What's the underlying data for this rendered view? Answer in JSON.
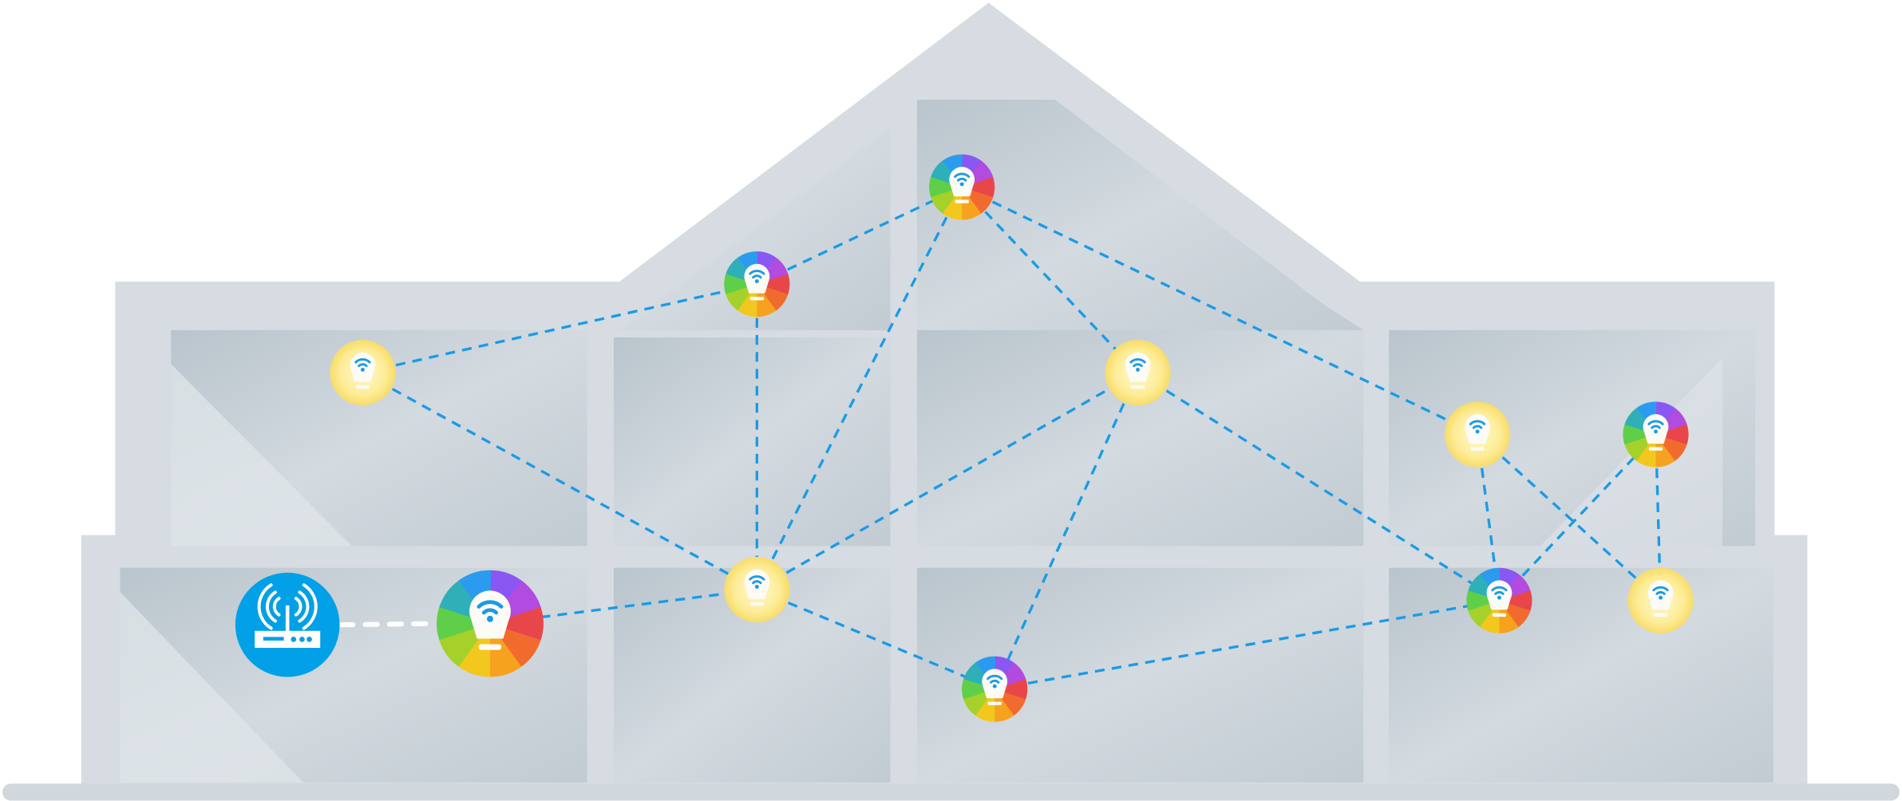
{
  "colors": {
    "house": "#d6dce1",
    "room": "#c3ccd3",
    "room_light": "#dde3e7",
    "link": "#1a9be6",
    "router": "#02a0e6",
    "white_bulb_inner": "#fff7c2",
    "white_bulb_outer": "#fbe37a",
    "router_link": "#ffffff"
  },
  "nodes": [
    {
      "type": "router"
    },
    {
      "type": "color",
      "size": "large"
    },
    {
      "type": "white"
    },
    {
      "type": "color"
    },
    {
      "type": "color"
    },
    {
      "type": "white"
    },
    {
      "type": "white"
    },
    {
      "type": "color"
    },
    {
      "type": "white"
    },
    {
      "type": "color"
    },
    {
      "type": "color"
    },
    {
      "type": "white"
    }
  ],
  "links": [
    [
      2,
      3
    ],
    [
      3,
      4
    ],
    [
      2,
      8
    ],
    [
      3,
      8
    ],
    [
      4,
      8
    ],
    [
      4,
      5
    ],
    [
      4,
      6
    ],
    [
      1,
      8
    ],
    [
      8,
      5
    ],
    [
      8,
      9
    ],
    [
      5,
      9
    ],
    [
      5,
      10
    ],
    [
      9,
      10
    ],
    [
      6,
      10
    ],
    [
      6,
      11
    ],
    [
      10,
      7
    ],
    [
      7,
      11
    ]
  ],
  "router_link": [
    0,
    1
  ]
}
